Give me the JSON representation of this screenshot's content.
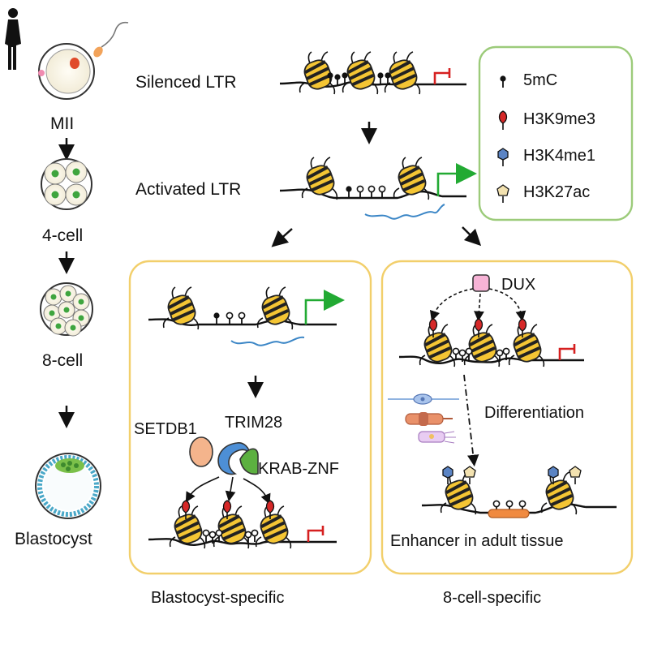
{
  "stages": {
    "mii": "MII",
    "four_cell": "4-cell",
    "eight_cell": "8-cell",
    "blastocyst": "Blastocyst"
  },
  "ltr": {
    "silenced": "Silenced LTR",
    "activated": "Activated LTR"
  },
  "legend": {
    "border_color": "#9ccb7a",
    "items": [
      {
        "label": "5mC",
        "icon": "lollipop-icon"
      },
      {
        "label": "H3K9me3",
        "icon": "red-drop-icon"
      },
      {
        "label": "H3K4me1",
        "icon": "blue-hexagon-icon"
      },
      {
        "label": "H3K27ac",
        "icon": "beige-pentagon-icon"
      }
    ]
  },
  "panels": {
    "border_color": "#f2cf6b",
    "left": {
      "proteins": {
        "setdb1": "SETDB1",
        "trim28": "TRIM28",
        "krab": "KRAB-ZNF"
      },
      "caption": "Blastocyst-specific"
    },
    "right": {
      "dux": "DUX",
      "differentiation": "Differentiation",
      "enhancer": "Enhancer in adult tissue",
      "caption": "8-cell-specific"
    }
  },
  "colors": {
    "nucleosome_yellow": "#f4c534",
    "nucleosome_stripe": "#222222",
    "active_arrow": "#22aa33",
    "repressed_mark": "#d62020",
    "rna": "#3b86c6",
    "h3k9me3": "#d62828",
    "h3k4me1": "#5b84c4",
    "h3k27ac": "#f3e2b0",
    "dux": "#f7b3d6",
    "setdb1": "#f4b48c",
    "trim28": "#4d8fd6",
    "krab": "#5cb040",
    "enhancer_rna": "#f08a40"
  }
}
